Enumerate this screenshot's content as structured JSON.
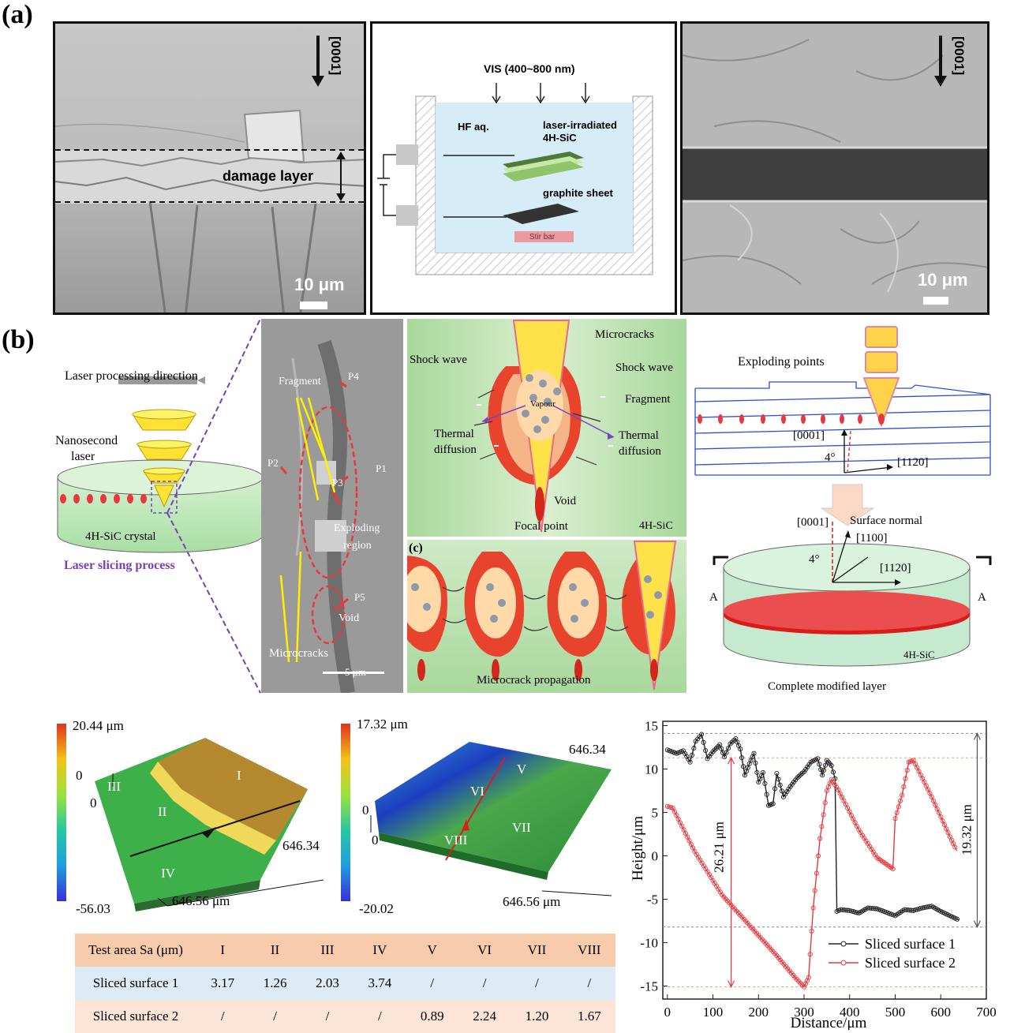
{
  "panel_a": {
    "label": "(a)",
    "left": {
      "direction": "[0001]",
      "damage_label": "damage layer",
      "scale": "10 μm"
    },
    "middle": {
      "light": "VIS (400~800 nm)",
      "hf": "HF aq.",
      "sample": "laser-irradiated",
      "sample2": "4H-SiC",
      "graphite": "graphite sheet",
      "stir": "Stir bar"
    },
    "right": {
      "direction": "[0001]",
      "scale": "10 μm"
    }
  },
  "panel_b": {
    "label": "(b)",
    "left": {
      "direction": "Laser processing direction",
      "laser1": "Nanosecond",
      "laser2": "laser",
      "crystal": "4H-SiC crystal",
      "process": "Laser slicing process"
    },
    "sem": {
      "fragment": "Fragment",
      "p1": "P1",
      "p2": "P2",
      "p3": "P3",
      "p4": "P4",
      "p5": "P5",
      "exploding1": "Exploding",
      "exploding2": "region",
      "void": "Void",
      "microcracks": "Microcracks",
      "scale": "5 μm"
    },
    "mechanism": {
      "microcracks": "Microcracks",
      "shock_left": "Shock wave",
      "shock_right": "Shock wave",
      "fragment": "Fragment",
      "vapour": "Vapour",
      "thermal_l1": "Thermal",
      "thermal_l2": "diffusion",
      "thermal_r1": "Thermal",
      "thermal_r2": "diffusion",
      "void": "Void",
      "focal": "Focal point",
      "material": "4H-SiC"
    },
    "c_label": "(c)",
    "propagation": "Microcrack propagation",
    "right": {
      "exploding": "Exploding points",
      "dir1": "[0001]",
      "angle": "4°",
      "dir2": "[11¯2¯0]",
      "dir2_plain": "[1120]",
      "dir0001": "[0001]",
      "normal": "Surface normal",
      "dir3": "[1100]",
      "angle2": "4°",
      "dir4": "[1120]",
      "a_left": "A",
      "a_right": "A",
      "material": "4H-SiC",
      "caption": "Complete modified layer"
    }
  },
  "panel_3d": {
    "left": {
      "max": "20.44 μm",
      "zero": "0",
      "min": "-56.03",
      "axis_right": "646.34",
      "axis_bottom": "646.56 μm",
      "regions": [
        "I",
        "II",
        "III",
        "IV"
      ]
    },
    "right": {
      "max": "17.32 μm",
      "zero": "0",
      "min": "-20.02",
      "axis_right": "646.34",
      "axis_bottom": "646.56 μm",
      "regions": [
        "V",
        "VI",
        "VII",
        "VIII"
      ]
    }
  },
  "table": {
    "headers": [
      "Test area Sa (μm)",
      "I",
      "II",
      "III",
      "IV",
      "V",
      "VI",
      "VII",
      "VIII"
    ],
    "rows": [
      [
        "Sliced surface 1",
        "3.17",
        "1.26",
        "2.03",
        "3.74",
        "/",
        "/",
        "/",
        "/"
      ],
      [
        "Sliced surface 2",
        "/",
        "/",
        "/",
        "/",
        "0.89",
        "2.24",
        "1.20",
        "1.67"
      ]
    ]
  },
  "chart_data": {
    "type": "line",
    "xlabel": "Distance/μm",
    "ylabel": "Height/μm",
    "xlim": [
      -10,
      700
    ],
    "ylim": [
      -16.5,
      15.5
    ],
    "xticks": [
      0,
      100,
      200,
      300,
      400,
      500,
      600,
      700
    ],
    "yticks": [
      -15,
      -10,
      -5,
      0,
      5,
      10,
      15
    ],
    "annotations": [
      "26.21 μm",
      "19.32 μm"
    ],
    "ref_lines": [
      14.1,
      11.3,
      -8.2,
      -15.1
    ],
    "series": [
      {
        "name": "Sliced surface 1",
        "color": "#222222",
        "x": [
          0,
          20,
          35,
          50,
          62,
          75,
          88,
          100,
          115,
          125,
          138,
          150,
          160,
          170,
          180,
          190,
          200,
          210,
          222,
          232,
          240,
          255,
          270,
          285,
          300,
          315,
          330,
          340,
          350,
          360,
          368,
          372,
          380,
          400,
          420,
          440,
          460,
          480,
          500,
          520,
          540,
          560,
          580,
          600,
          620,
          640
        ],
        "values": [
          12.2,
          11.8,
          12.1,
          10.8,
          13.2,
          14.0,
          11.2,
          12.0,
          12.8,
          11.4,
          12.9,
          13.5,
          12.3,
          9.3,
          10.6,
          11.8,
          8.5,
          9.6,
          5.8,
          6.0,
          9.5,
          6.8,
          8.0,
          9.0,
          9.7,
          10.8,
          11.2,
          9.3,
          11.0,
          10.4,
          8.9,
          -6.4,
          -6.2,
          -6.3,
          -6.6,
          -6.0,
          -6.1,
          -6.5,
          -6.9,
          -6.2,
          -6.3,
          -6.0,
          -5.8,
          -6.4,
          -6.9,
          -7.4
        ]
      },
      {
        "name": "Sliced surface 2",
        "color": "#e8383d",
        "x": [
          0,
          12,
          60,
          120,
          180,
          240,
          280,
          300,
          310,
          320,
          335,
          350,
          360,
          375,
          420,
          460,
          495,
          500,
          515,
          530,
          540,
          580,
          620,
          635
        ],
        "values": [
          5.7,
          5.5,
          0.5,
          -4.5,
          -8.0,
          -11.5,
          -14.0,
          -15.1,
          -14.0,
          -6.0,
          2.0,
          7.5,
          8.8,
          7.6,
          3.0,
          -0.2,
          -1.5,
          4.3,
          7.0,
          10.8,
          11.0,
          6.8,
          2.2,
          0.6
        ]
      }
    ],
    "legend_position": "bottom-right"
  }
}
